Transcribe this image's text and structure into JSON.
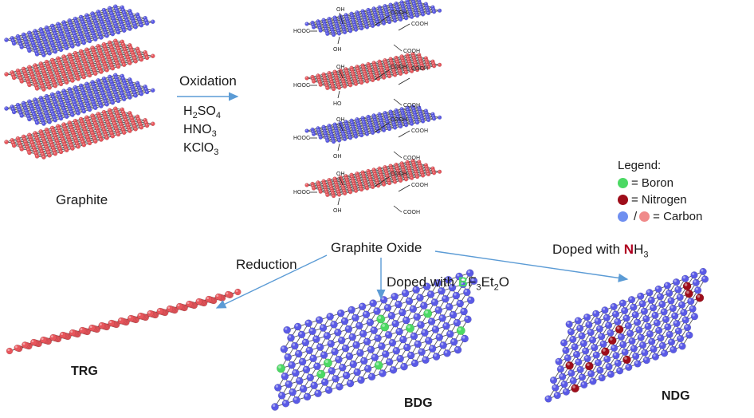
{
  "labels": {
    "graphite": "Graphite",
    "oxidation": "Oxidation",
    "graphite_oxide": "Graphite Oxide",
    "reduction": "Reduction",
    "trg": "TRG",
    "bdg": "BDG",
    "ndg": "NDG"
  },
  "reagents": {
    "h2so4": {
      "pre": "H",
      "sub1": "2",
      "mid": "SO",
      "sub2": "4"
    },
    "hno3": {
      "pre": "HNO",
      "sub": "3"
    },
    "kclo3": {
      "pre": "KClO",
      "sub": "3"
    }
  },
  "doping_boron": {
    "prefix": "Doped with ",
    "el": "B",
    "f": "F",
    "f_sub": "3",
    "et": "Et",
    "et_sub": "2",
    "o": "O"
  },
  "doping_nitrogen": {
    "prefix": "Doped with ",
    "el": "N",
    "h": "H",
    "h_sub": "3"
  },
  "legend": {
    "title": "Legend:",
    "boron": "= Boron",
    "nitrogen": "= Nitrogen",
    "slash": "/",
    "carbon": "= Carbon"
  },
  "functional_groups": {
    "oh": "OH",
    "cooh": "COOH",
    "hooc": "HOOC",
    "ho": "HO"
  },
  "colors": {
    "carbon_blue": "#5a5ae6",
    "carbon_red": "#e8565c",
    "boron": "#4cd964",
    "nitrogen": "#9e0d1a",
    "arrow": "#5b9bd5"
  }
}
